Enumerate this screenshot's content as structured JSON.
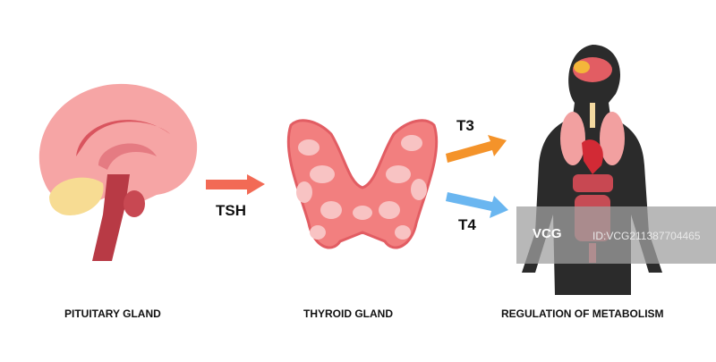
{
  "captions": {
    "pituitary": "PITUITARY GLAND",
    "thyroid": "THYROID GLAND",
    "metabolism": "REGULATION OF METABOLISM"
  },
  "hormones": {
    "tsh": "TSH",
    "t3": "T3",
    "t4": "T4"
  },
  "colors": {
    "tsh_arrow": "#f26a55",
    "t3_arrow": "#f4932a",
    "t4_arrow": "#6ab6f0",
    "thyroid": "#f27f7f",
    "silhouette": "#2b2b2b"
  },
  "watermark": {
    "logo": "VCG",
    "id": "ID:VCG211387704465"
  }
}
